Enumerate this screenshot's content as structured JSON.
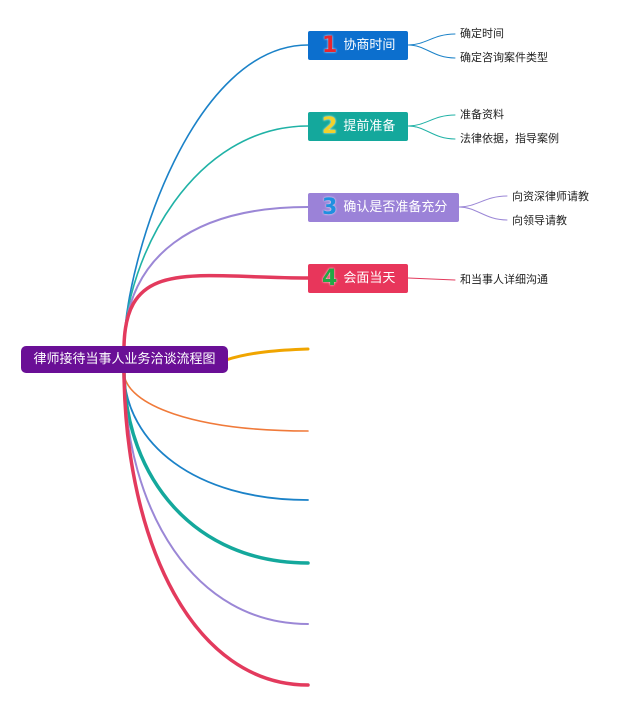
{
  "root": {
    "label": "律师接待当事人业务洽谈流程图",
    "color": "#6a0f96"
  },
  "nodes": [
    {
      "num": "1",
      "label": "协商时间",
      "bg": "#0c6fce",
      "num_color": "#e8262f",
      "line": "#1b82c8",
      "leaves": [
        "确定时间",
        "确定咨询案件类型"
      ]
    },
    {
      "num": "2",
      "label": "提前准备",
      "bg": "#14a89c",
      "num_color": "#f2d12c",
      "line": "#20b2a6",
      "leaves": [
        "准备资料",
        "法律依据，指导案例"
      ]
    },
    {
      "num": "3",
      "label": "确认是否准备充分",
      "bg": "#9b82d8",
      "num_color": "#1f90e0",
      "line": "#9b87d6",
      "leaves": [
        "向资深律师请教",
        "向领导请教"
      ]
    },
    {
      "num": "4",
      "label": "会面当天",
      "bg": "#e8365b",
      "num_color": "#23a845",
      "line": "#e33a5d",
      "leaves": [
        "和当事人详细沟通"
      ]
    }
  ],
  "empty_branches": [
    {
      "color": "#f0a500"
    },
    {
      "color": "#f07a3a"
    },
    {
      "color": "#1b82c8"
    },
    {
      "color": "#14a89c"
    },
    {
      "color": "#9b87d6"
    },
    {
      "color": "#e33a5d"
    }
  ]
}
